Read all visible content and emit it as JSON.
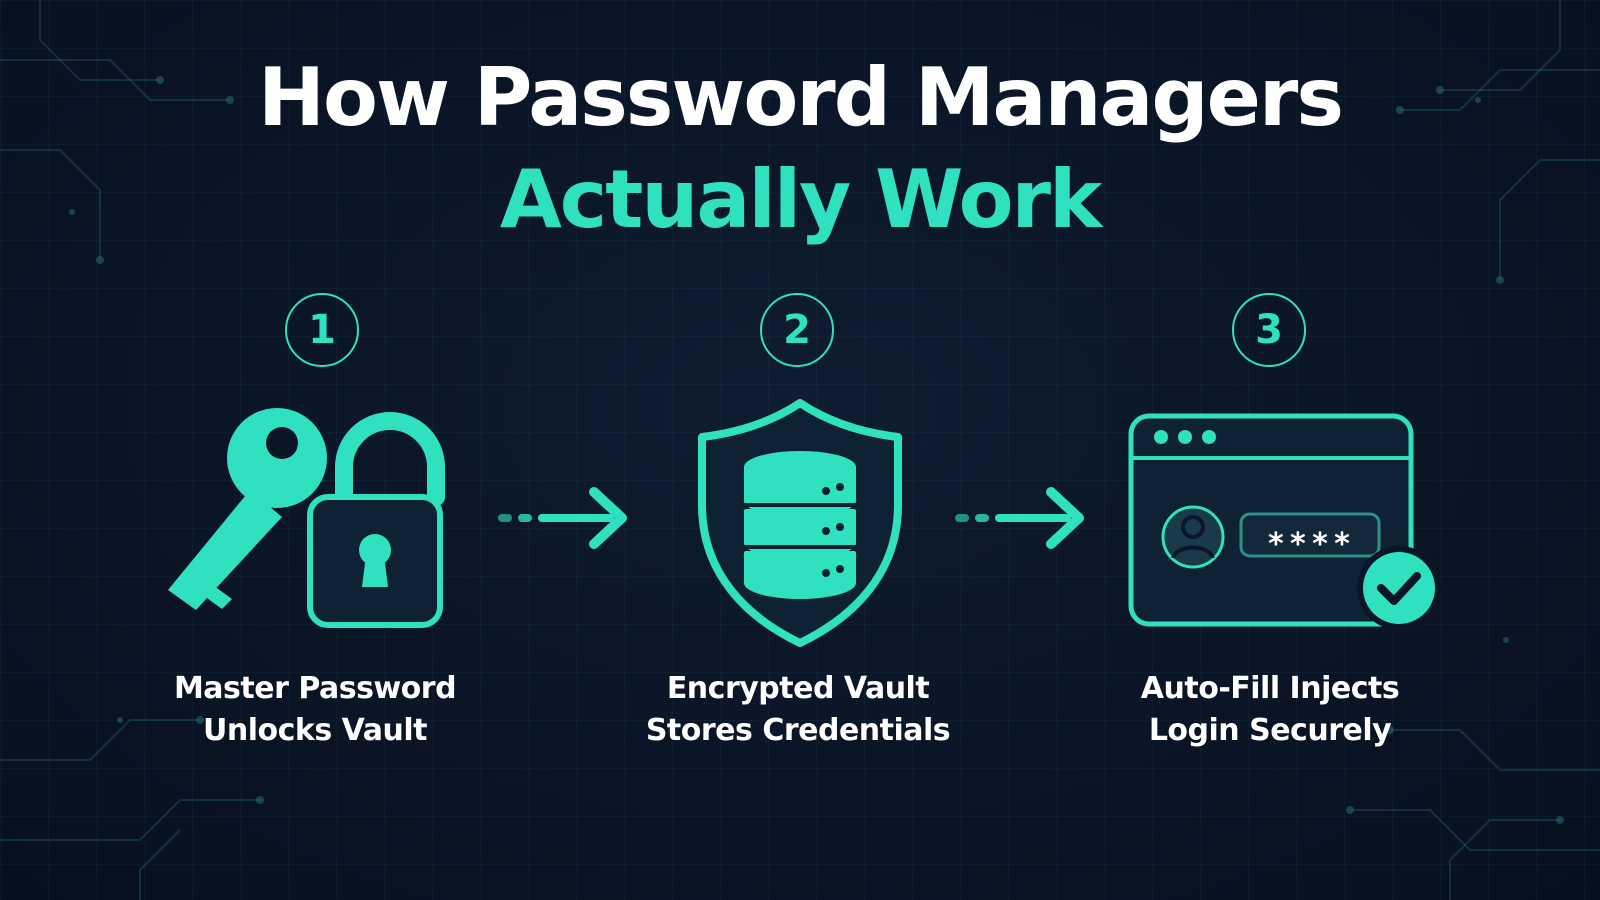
{
  "colors": {
    "accent": "#2fe0c1",
    "background": "#0a1424",
    "text": "#ffffff",
    "icon_dark": "#0f2233"
  },
  "title": {
    "line1": "How Password Managers",
    "line2": "Actually Work"
  },
  "steps": [
    {
      "number": "1",
      "icon": "key-and-padlock-icon",
      "label_line1": "Master Password",
      "label_line2": "Unlocks Vault"
    },
    {
      "number": "2",
      "icon": "shield-database-icon",
      "label_line1": "Encrypted Vault",
      "label_line2": "Stores Credentials"
    },
    {
      "number": "3",
      "icon": "browser-login-icon",
      "label_line1": "Auto-Fill Injects",
      "label_line2": "Login Securely",
      "masked_password": "****"
    }
  ],
  "connectors": [
    "dashed-arrow-right-icon",
    "dashed-arrow-right-icon"
  ]
}
